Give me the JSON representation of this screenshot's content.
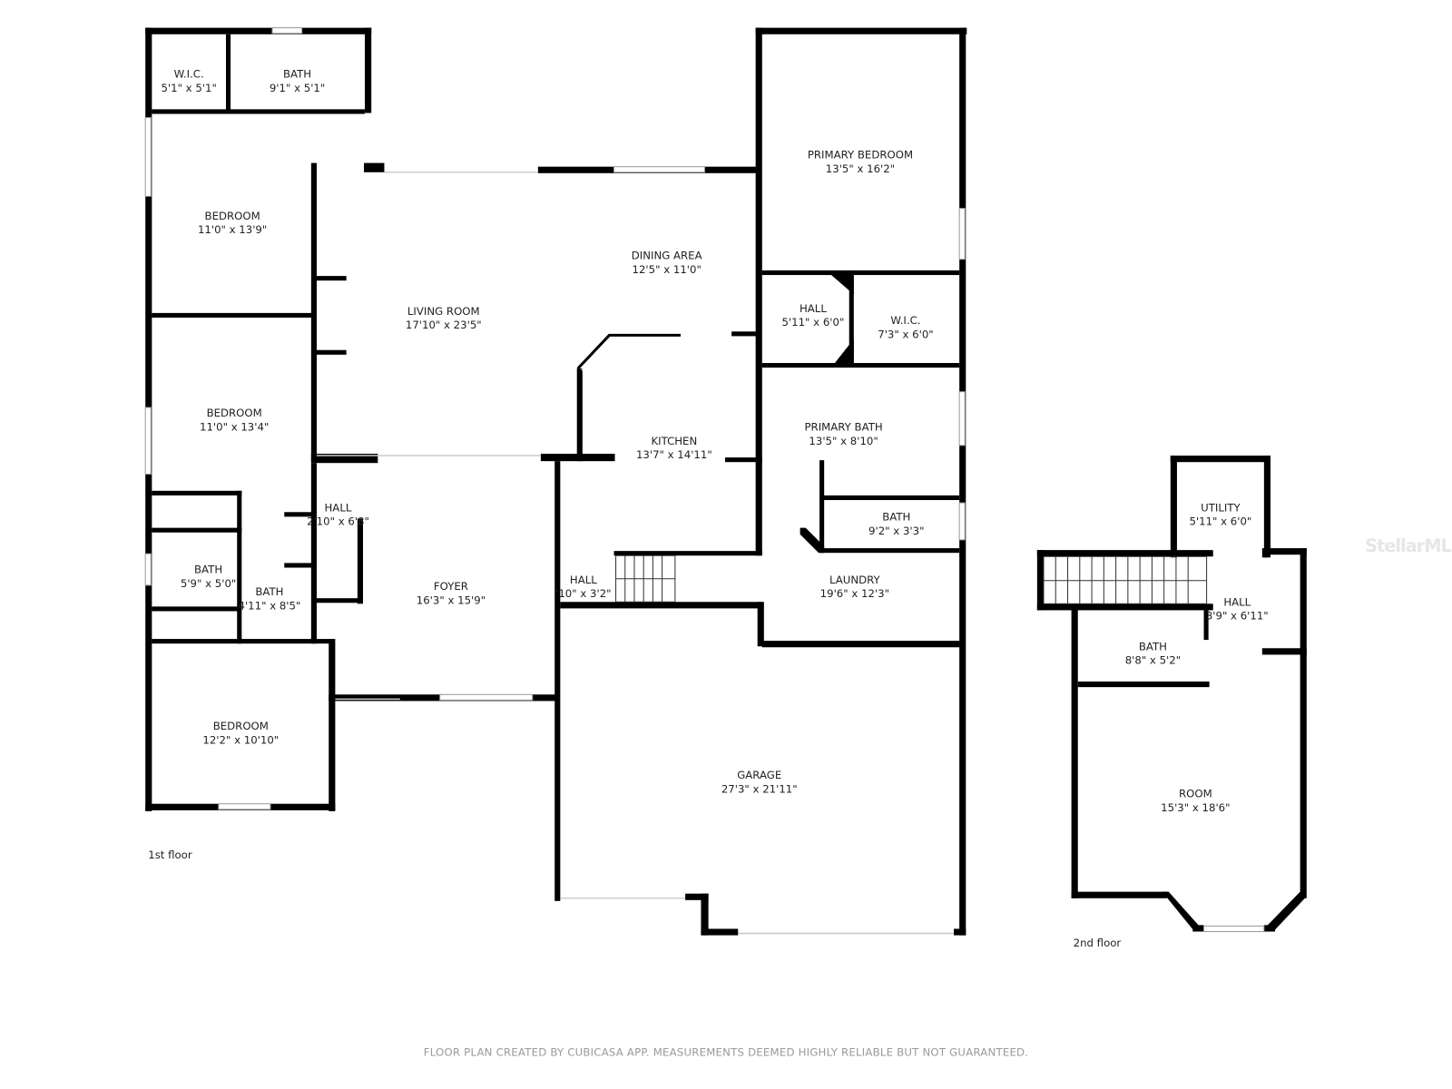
{
  "floors": [
    {
      "label": "1st floor"
    },
    {
      "label": "2nd floor"
    }
  ],
  "rooms": [
    {
      "name": "W.I.C.",
      "dims": "5'1\" x 5'1\""
    },
    {
      "name": "BATH",
      "dims": "9'1\" x 5'1\""
    },
    {
      "name": "BEDROOM",
      "dims": "11'0\" x 13'9\""
    },
    {
      "name": "BEDROOM",
      "dims": "11'0\" x 13'4\""
    },
    {
      "name": "LIVING ROOM",
      "dims": "17'10\" x 23'5\""
    },
    {
      "name": "DINING AREA",
      "dims": "12'5\" x 11'0\""
    },
    {
      "name": "PRIMARY BEDROOM",
      "dims": "13'5\" x 16'2\""
    },
    {
      "name": "HALL",
      "dims": "5'11\" x 6'0\""
    },
    {
      "name": "W.I.C.",
      "dims": "7'3\" x 6'0\""
    },
    {
      "name": "KITCHEN",
      "dims": "13'7\" x 14'11\""
    },
    {
      "name": "PRIMARY BATH",
      "dims": "13'5\" x 8'10\""
    },
    {
      "name": "BATH",
      "dims": "9'2\" x 3'3\""
    },
    {
      "name": "HALL",
      "dims": "2'10\" x 6'8\""
    },
    {
      "name": "BATH",
      "dims": "5'9\" x 5'0\""
    },
    {
      "name": "BATH",
      "dims": "4'11\" x 8'5\""
    },
    {
      "name": "FOYER",
      "dims": "16'3\" x 15'9\""
    },
    {
      "name": "HALL",
      "dims": "'10\" x 3'2\""
    },
    {
      "name": "LAUNDRY",
      "dims": "19'6\" x 12'3\""
    },
    {
      "name": "BEDROOM",
      "dims": "12'2\" x 10'10\""
    },
    {
      "name": "GARAGE",
      "dims": "27'3\" x 21'11\""
    },
    {
      "name": "UTILITY",
      "dims": "5'11\" x 6'0\""
    },
    {
      "name": "HALL",
      "dims": "3'9\" x 6'11\""
    },
    {
      "name": "BATH",
      "dims": "8'8\" x 5'2\""
    },
    {
      "name": "ROOM",
      "dims": "15'3\" x 18'6\""
    }
  ],
  "watermark": "StellarMLS",
  "footer": "FLOOR PLAN CREATED BY CUBICASA APP. MEASUREMENTS DEEMED HIGHLY RELIABLE BUT NOT GUARANTEED.",
  "colors": {
    "wall": "#000000",
    "text": "#222222",
    "footer": "#9a9a9a"
  }
}
